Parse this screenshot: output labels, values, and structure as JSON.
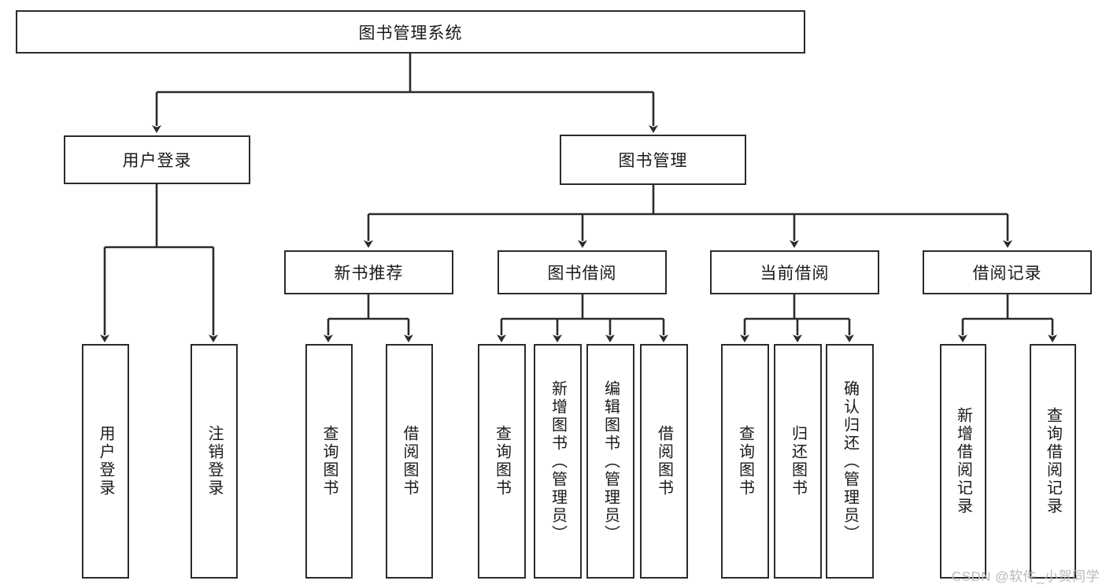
{
  "diagram": {
    "title": "图书管理系统",
    "type": "tree",
    "root": {
      "id": "root",
      "label": "图书管理系统",
      "orientation": "horizontal"
    },
    "level2": [
      {
        "id": "user-login",
        "label": "用户登录",
        "orientation": "horizontal"
      },
      {
        "id": "book-manage",
        "label": "图书管理",
        "orientation": "horizontal"
      }
    ],
    "level3": [
      {
        "id": "new-book-recommend",
        "label": "新书推荐",
        "orientation": "horizontal",
        "parent": "book-manage"
      },
      {
        "id": "book-borrow",
        "label": "图书借阅",
        "orientation": "horizontal",
        "parent": "book-manage"
      },
      {
        "id": "current-borrow",
        "label": "当前借阅",
        "orientation": "horizontal",
        "parent": "book-manage"
      },
      {
        "id": "borrow-record",
        "label": "借阅记录",
        "orientation": "horizontal",
        "parent": "book-manage"
      }
    ],
    "leaves": [
      {
        "id": "leaf-user-login",
        "label": "用户登录",
        "parent": "user-login"
      },
      {
        "id": "leaf-user-logout",
        "label": "注销登录",
        "parent": "user-login"
      },
      {
        "id": "leaf-query-book-1",
        "label": "查询图书",
        "parent": "new-book-recommend"
      },
      {
        "id": "leaf-borrow-book-1",
        "label": "借阅图书",
        "parent": "new-book-recommend"
      },
      {
        "id": "leaf-query-book-2",
        "label": "查询图书",
        "parent": "book-borrow"
      },
      {
        "id": "leaf-add-book",
        "label": "新增图书（管理员）",
        "parent": "book-borrow"
      },
      {
        "id": "leaf-edit-book",
        "label": "编辑图书（管理员）",
        "parent": "book-borrow"
      },
      {
        "id": "leaf-borrow-book-2",
        "label": "借阅图书",
        "parent": "book-borrow"
      },
      {
        "id": "leaf-query-book-3",
        "label": "查询图书",
        "parent": "current-borrow"
      },
      {
        "id": "leaf-return-book",
        "label": "归还图书",
        "parent": "current-borrow"
      },
      {
        "id": "leaf-confirm-return",
        "label": "确认归还（管理员）",
        "parent": "current-borrow"
      },
      {
        "id": "leaf-add-record",
        "label": "新增借阅记录",
        "parent": "borrow-record"
      },
      {
        "id": "leaf-query-record",
        "label": "查询借阅记录",
        "parent": "borrow-record"
      }
    ]
  },
  "watermark": {
    "text": "CSDN @软件_小贺同学"
  },
  "colors": {
    "stroke": "#2b2b2b",
    "background": "#ffffff",
    "text": "#1a1a1a",
    "watermark": "#b9b9b9"
  }
}
